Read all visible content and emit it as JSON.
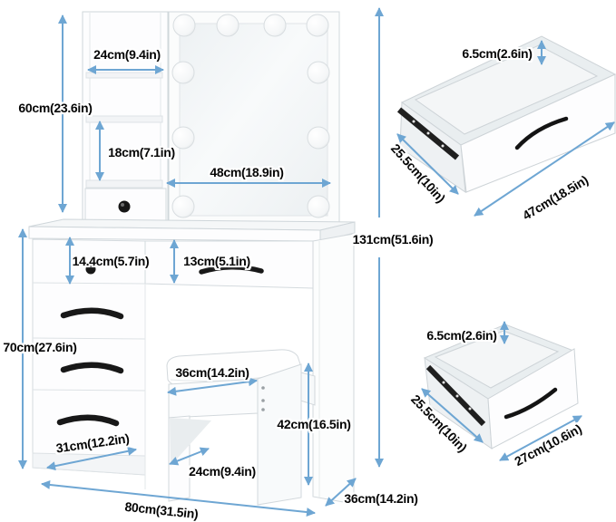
{
  "diagram": {
    "type": "furniture-dimension-diagram",
    "subject": "vanity table with lighted mirror, shelves, drawers and stool",
    "colors": {
      "arrow": "#6ea6d3",
      "label_text": "#050505",
      "label_halo": "#ffffff",
      "furniture_fill": "#fdfdfe",
      "furniture_stroke": "#cfd6da",
      "hardware_black": "#1c1c1c",
      "background": "#ffffff"
    },
    "bulb_count": 10
  },
  "labels": {
    "shelf_width": "24cm(9.4in)",
    "hutch_height": "60cm(23.6in)",
    "shelf_gap": "18cm(7.1in)",
    "mirror_width": "48cm(18.9in)",
    "total_height": "131cm(51.6in)",
    "left_drawer_height": "14.4cm(5.7in)",
    "center_drawer_height": "13cm(5.1in)",
    "table_height": "70cm(27.6in)",
    "stool_width": "36cm(14.2in)",
    "stool_height": "42cm(16.5in)",
    "stool_depth": "24cm(9.4in)",
    "drawer_front_width": "31cm(12.2in)",
    "total_width": "80cm(31.5in)",
    "table_depth": "36cm(14.2in)",
    "drawer_large": {
      "height": "6.5cm(2.6in)",
      "depth": "25.5cm(10in)",
      "width": "47cm(18.5in)"
    },
    "drawer_small": {
      "height": "6.5cm(2.6in)",
      "depth": "25.5cm(10in)",
      "width": "27cm(10.6in)"
    }
  }
}
